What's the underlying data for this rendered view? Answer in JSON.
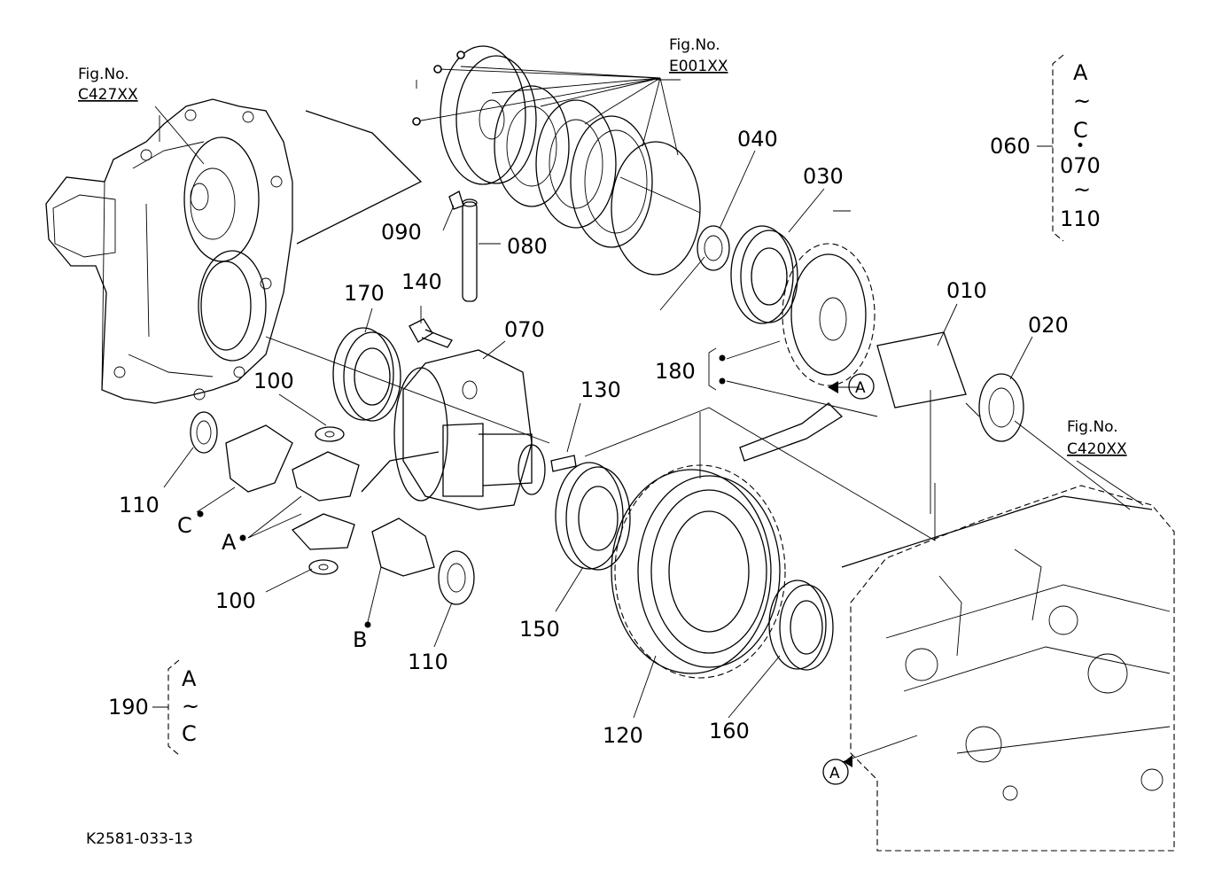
{
  "figure_refs": [
    {
      "label": "Fig.No.",
      "code": "C427XX"
    },
    {
      "label": "Fig.No.",
      "code": "E001XX"
    },
    {
      "label": "Fig.No.",
      "code": "C420XX"
    }
  ],
  "part_numbers": {
    "p010": "010",
    "p020": "020",
    "p030": "030",
    "p040": "040",
    "p060": "060",
    "p070": "070",
    "p080": "080",
    "p090": "090",
    "p100a": "100",
    "p100b": "100",
    "p110a": "110",
    "p110b": "110",
    "p120": "120",
    "p130": "130",
    "p140": "140",
    "p150": "150",
    "p160": "160",
    "p170": "170",
    "p180": "180",
    "p190": "190"
  },
  "markers": {
    "a_left": "A",
    "b_left": "B",
    "c_left": "C",
    "a_circle_top": "A",
    "a_circle_bottom": "A"
  },
  "set_060": {
    "from": "A",
    "tilde1": "~",
    "mid": "C",
    "dot": "•",
    "from2": "070",
    "tilde2": "~",
    "to": "110"
  },
  "set_190": {
    "from": "A",
    "tilde": "~",
    "to": "C"
  },
  "drawing_code": "K2581-033-13"
}
